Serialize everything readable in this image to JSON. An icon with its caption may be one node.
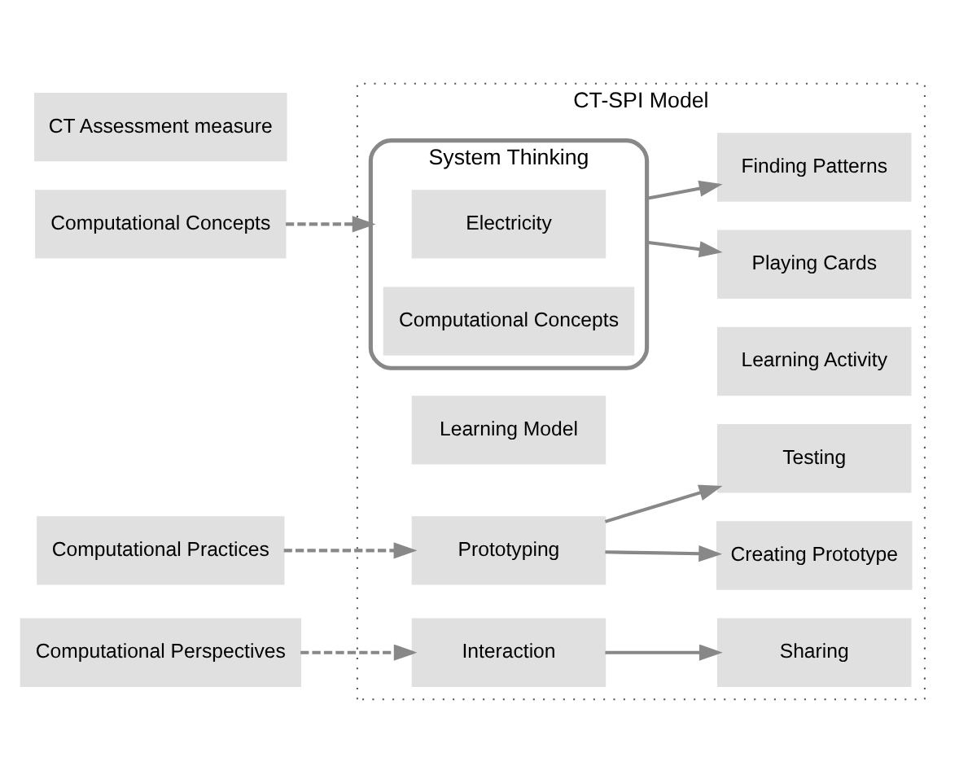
{
  "diagram": {
    "nodes": [
      {
        "text": [
          "CT-SPI Model"
        ]
      },
      {
        "text": [
          "CT Assessment measure"
        ]
      },
      {
        "text": [
          "Learning Model"
        ],
        "in": 0
      },
      {
        "text": [
          "Learning Activity"
        ],
        "in": 0
      },
      {
        "text": [
          "Computational Concepts"
        ]
      },
      {
        "text": [
          "System Thinking"
        ],
        "in": 0
      },
      {
        "text": [
          "Electricity"
        ],
        "in": 5
      },
      {
        "text": [
          "Computational Concepts"
        ],
        "in": 5
      },
      {
        "text": [
          "Playing Cards"
        ],
        "in": 0
      },
      {
        "text": [
          "Finding Patterns"
        ],
        "in": 0
      },
      {
        "text": [
          "Creating Prototype"
        ],
        "in": 0
      },
      {
        "text": [
          "Computational Practices"
        ]
      },
      {
        "text": [
          "Prototyping"
        ],
        "in": 0
      },
      {
        "text": [
          "Testing"
        ],
        "in": 0
      },
      {
        "text": [
          "Computational Perspectives"
        ]
      },
      {
        "text": [
          "Interaction"
        ],
        "in": 0
      },
      {
        "text": [
          "Sharing"
        ],
        "in": 0
      }
    ],
    "edges": [
      {
        "from": 4,
        "to": 5,
        "arrow": "to",
        "style": "dashed"
      },
      {
        "from": 5,
        "to": 8,
        "arrow": "to"
      },
      {
        "from": 5,
        "to": 9,
        "arrow": "to"
      },
      {
        "from": 11,
        "to": 12,
        "arrow": "to",
        "style": "dashed"
      },
      {
        "from": 12,
        "to": 10,
        "arrow": "to"
      },
      {
        "from": 12,
        "to": 13,
        "arrow": "to"
      },
      {
        "from": 14,
        "to": 15,
        "arrow": "to",
        "style": "dashed"
      },
      {
        "from": 15,
        "to": 16,
        "arrow": "to"
      }
    ]
  }
}
